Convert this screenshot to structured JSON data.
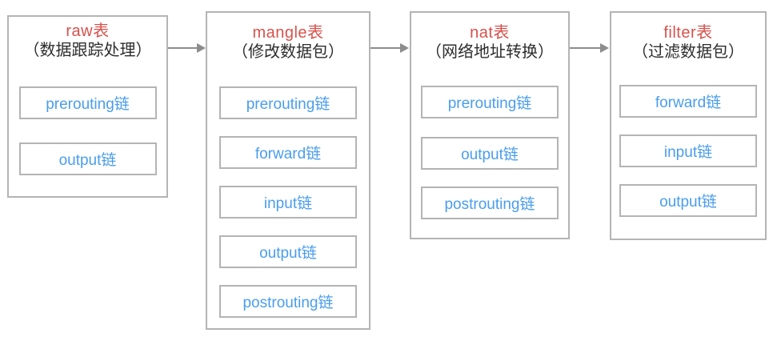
{
  "tables": [
    {
      "name": "raw表",
      "subtitle": "（数据跟踪处理）",
      "chains": [
        "prerouting链",
        "output链"
      ]
    },
    {
      "name": "mangle表",
      "subtitle": "（修改数据包）",
      "chains": [
        "prerouting链",
        "forward链",
        "input链",
        "output链",
        "postrouting链"
      ]
    },
    {
      "name": "nat表",
      "subtitle": "（网络地址转换）",
      "chains": [
        "prerouting链",
        "output链",
        "postrouting链"
      ]
    },
    {
      "name": "filter表",
      "subtitle": "（过滤数据包）",
      "chains": [
        "forward链",
        "input链",
        "output链"
      ]
    }
  ],
  "colors": {
    "table_name": "#d6524c",
    "chain_text": "#4a9ded",
    "subtitle_text": "#2d2d2d",
    "border": "#b4b4b4",
    "arrow": "#8c8c8c",
    "background": "#ffffff"
  }
}
